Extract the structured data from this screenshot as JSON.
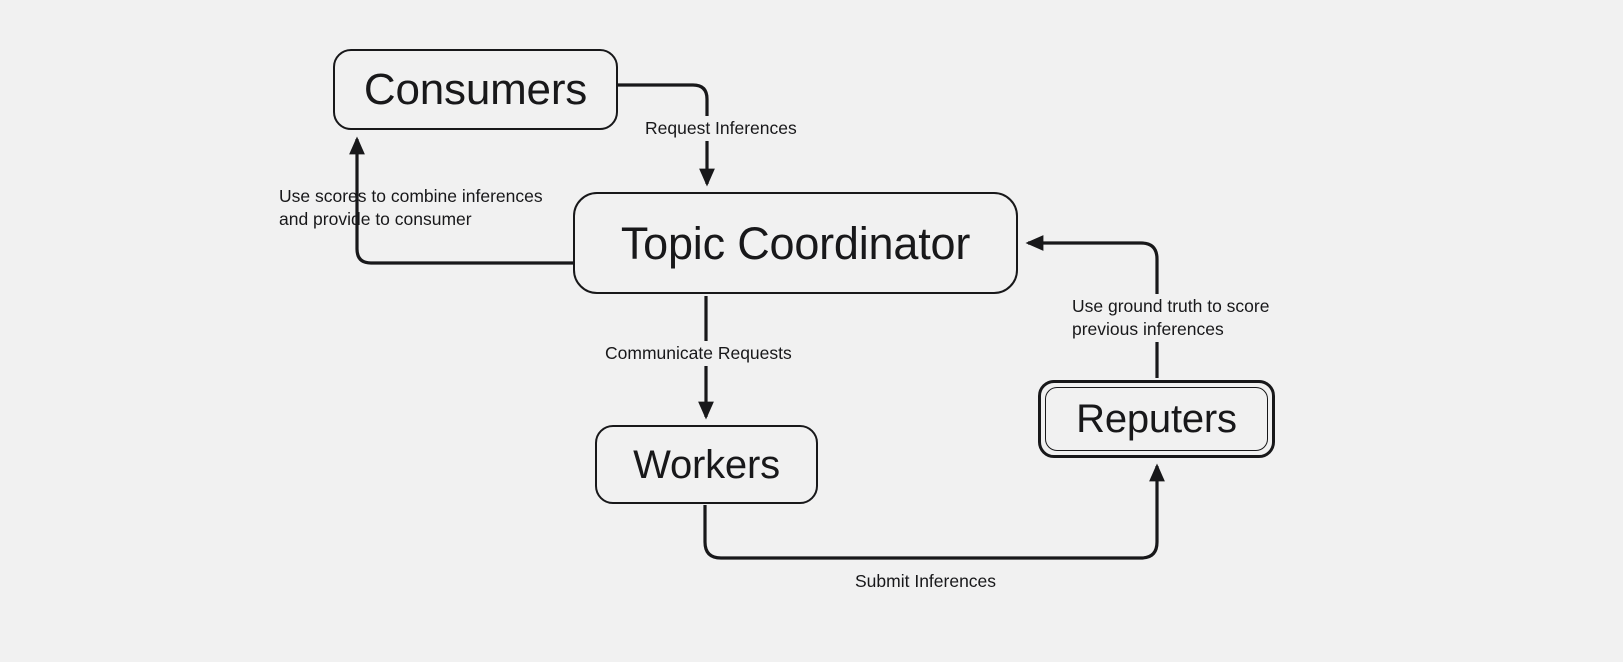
{
  "diagram": {
    "title": "Topic Coordinator inference and reputation flow",
    "background_color": "#f1f1f1",
    "stroke_color": "#18181a",
    "nodes": [
      {
        "id": "consumers",
        "label": "Consumers",
        "emphasis": "normal"
      },
      {
        "id": "coordinator",
        "label": "Topic Coordinator",
        "emphasis": "normal"
      },
      {
        "id": "workers",
        "label": "Workers",
        "emphasis": "normal"
      },
      {
        "id": "reputers",
        "label": "Reputers",
        "emphasis": "double-border"
      }
    ],
    "edges": [
      {
        "id": "request",
        "from": "consumers",
        "to": "coordinator",
        "label": "Request Inferences"
      },
      {
        "id": "usescores",
        "from": "coordinator",
        "to": "consumers",
        "label": "Use scores to combine inferences\nand provide to consumer"
      },
      {
        "id": "communicate",
        "from": "coordinator",
        "to": "workers",
        "label": "Communicate Requests"
      },
      {
        "id": "submit",
        "from": "workers",
        "to": "reputers",
        "label": "Submit Inferences"
      },
      {
        "id": "groundtruth",
        "from": "reputers",
        "to": "coordinator",
        "label": "Use ground truth to score\nprevious inferences"
      }
    ]
  }
}
